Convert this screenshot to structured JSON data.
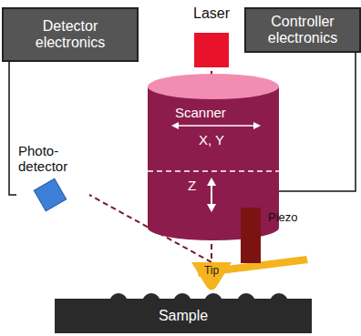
{
  "diagram": {
    "nodes": [
      {
        "text": [
          "Detector electronics"
        ]
      },
      {
        "text": [
          "Laser"
        ]
      },
      {
        "text": [
          "Controller electronics"
        ]
      },
      {
        "text": [
          "Photo-detector"
        ]
      },
      {
        "text": [
          "Scanner",
          "X, Y",
          "Z"
        ]
      },
      {
        "text": [
          "Piezo"
        ]
      },
      {
        "text": [
          "Tip"
        ]
      },
      {
        "text": [
          "Sample"
        ]
      }
    ],
    "edges": [
      {
        "from": 0,
        "to": 3,
        "arrow": "none"
      },
      {
        "from": 2,
        "to": 4,
        "arrow": "none"
      },
      {
        "from": 1,
        "to": 6,
        "arrow": "none"
      },
      {
        "from": 6,
        "to": 3,
        "arrow": "none"
      }
    ]
  }
}
